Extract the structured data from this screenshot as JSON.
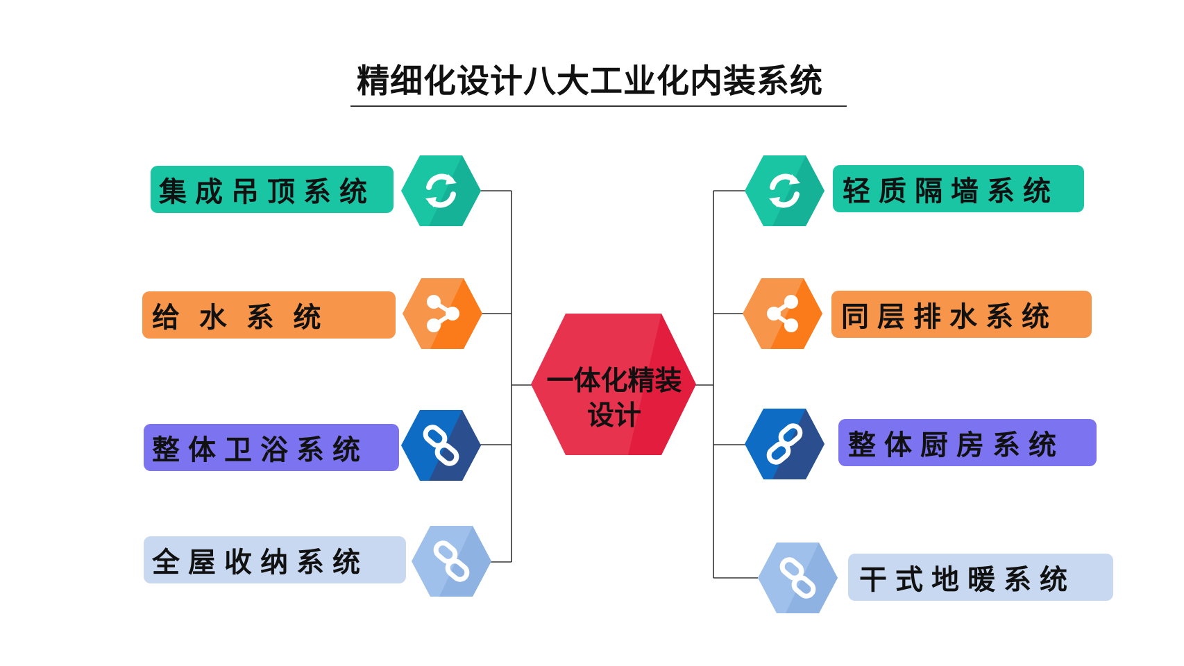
{
  "title": "精细化设计八大工业化内装系统",
  "center": {
    "line1": "一体化精装",
    "line2": "设计",
    "color": "#e8334f"
  },
  "left": [
    {
      "label": "集成吊顶系统",
      "icon": "refresh-icon",
      "label_color": "#1ac5a4",
      "hex_color": "#16b298"
    },
    {
      "label": "给  水  系  统",
      "icon": "share-icon",
      "label_color": "#f7964a",
      "hex_color": "#fb7a1a"
    },
    {
      "label": "整体卫浴系统",
      "icon": "link-icon",
      "label_color": "#7b73f0",
      "hex_color": "#1f5fb0"
    },
    {
      "label": "全屋收纳系统",
      "icon": "link-icon",
      "label_color": "#c7d8f0",
      "hex_color": "#8eb3e3"
    }
  ],
  "right": [
    {
      "label": "轻质隔墙系统",
      "icon": "refresh-icon",
      "label_color": "#1ac5a4",
      "hex_color": "#16b298"
    },
    {
      "label": "同层排水系统",
      "icon": "share-icon",
      "label_color": "#f7964a",
      "hex_color": "#fb7a1a"
    },
    {
      "label": "整体厨房系统",
      "icon": "link-icon",
      "label_color": "#7b73f0",
      "hex_color": "#1f5fb0"
    },
    {
      "label": "干式地暖系统",
      "icon": "link-icon",
      "label_color": "#c7d8f0",
      "hex_color": "#8eb3e3"
    }
  ]
}
